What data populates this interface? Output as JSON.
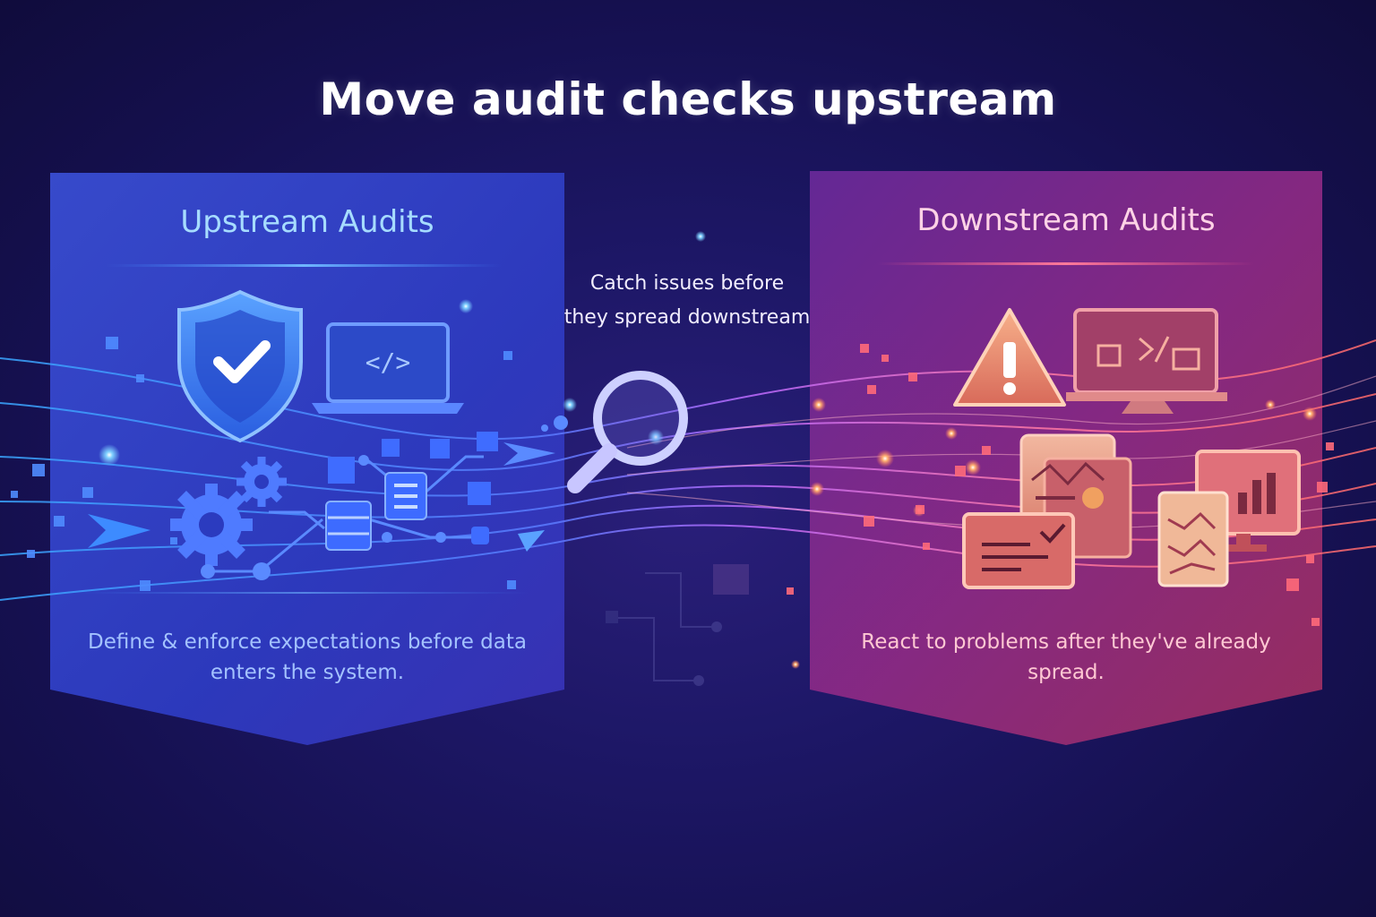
{
  "title": "Move audit checks upstream",
  "upstream": {
    "heading": "Upstream Audits",
    "description": "Define & enforce expectations before data enters the system.",
    "icons": [
      "shield-check-icon",
      "laptop-code-icon",
      "gear-icon",
      "database-icon",
      "document-icon",
      "arrow-icon"
    ],
    "color": "#3b4fd8"
  },
  "callout": {
    "text_line1": "Catch issues before",
    "text_line2": "they spread downstream",
    "icon": "magnifying-glass-icon"
  },
  "downstream": {
    "heading": "Downstream Audits",
    "description": "React to problems after they've already spread.",
    "icons": [
      "warning-icon",
      "monitor-icon",
      "chart-report-icon",
      "message-check-icon",
      "bar-chart-monitor-icon",
      "line-chart-document-icon"
    ],
    "color": "#c0396b"
  },
  "code_glyph": "</>"
}
